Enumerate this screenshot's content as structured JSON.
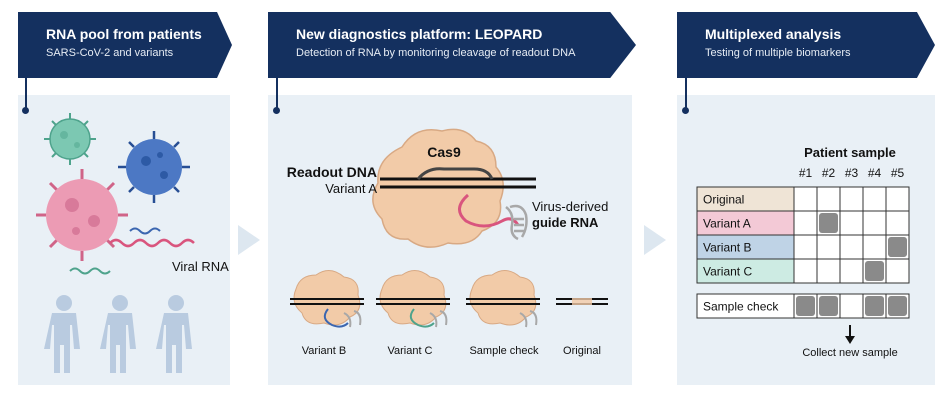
{
  "panel1": {
    "title": "RNA pool from patients",
    "subtitle": "SARS-CoV-2 and variants",
    "viral_rna_label": "Viral RNA"
  },
  "panel2": {
    "title": "New diagnostics platform: LEOPARD",
    "subtitle": "Detection of RNA by monitoring cleavage of readout DNA",
    "cas9_label": "Cas9",
    "readout_dna_label": "Readout DNA",
    "variant_a_label": "Variant A",
    "guide_line1": "Virus-derived",
    "guide_line2": "guide RNA",
    "small_labels": [
      "Variant B",
      "Variant C",
      "Sample check",
      "Original"
    ]
  },
  "panel3": {
    "title": "Multiplexed analysis",
    "subtitle": "Testing of multiple biomarkers",
    "table_title": "Patient sample",
    "columns": [
      "#1",
      "#2",
      "#3",
      "#4",
      "#5"
    ],
    "rows": [
      {
        "label": "Original",
        "color": "#efe4d6",
        "hits": [
          false,
          false,
          false,
          false,
          false
        ]
      },
      {
        "label": "Variant A",
        "color": "#f3c9d6",
        "hits": [
          false,
          true,
          false,
          false,
          false
        ]
      },
      {
        "label": "Variant B",
        "color": "#bfd3e6",
        "hits": [
          false,
          false,
          false,
          false,
          true
        ]
      },
      {
        "label": "Variant C",
        "color": "#cdebe3",
        "hits": [
          false,
          false,
          false,
          true,
          false
        ]
      }
    ],
    "check_row": {
      "label": "Sample check",
      "color": "#ffffff",
      "hits": [
        true,
        true,
        false,
        true,
        true
      ]
    },
    "collect_label": "Collect new sample"
  },
  "colors": {
    "navy": "#14305f",
    "panel_bg": "#e9f0f6",
    "pink_virus": "#e07a9a",
    "blue_virus": "#3b66b0",
    "teal_virus": "#5fb7a0",
    "cas9": "#f0c9a8",
    "hit_gray": "#8a8a8a"
  }
}
